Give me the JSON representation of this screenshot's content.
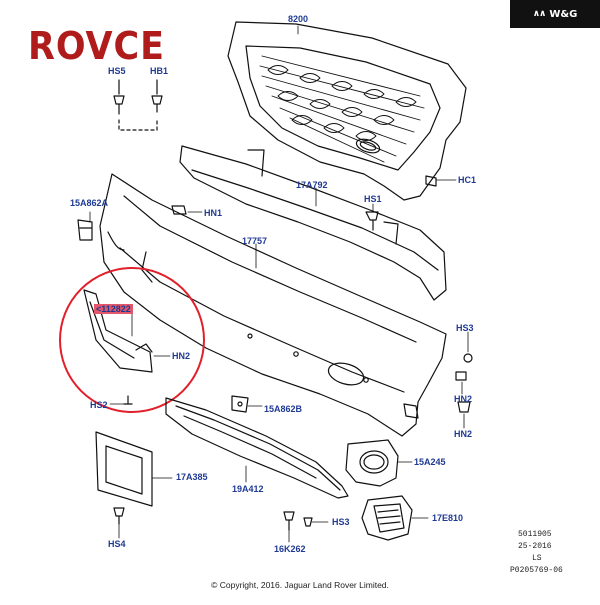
{
  "brand": {
    "watermark_mark": "∧∧",
    "watermark_text": "W&G",
    "logo_text": "ROVCE"
  },
  "part_labels": {
    "p8200": "8200",
    "hs5": "HS5",
    "hb1": "HB1",
    "p17a792": "17A792",
    "p15a862a": "15A862A",
    "hn1_top": "HN1",
    "hs1": "HS1",
    "hc1": "HC1",
    "p17757": "17757",
    "p112822": "<112822",
    "hn2_left": "HN2",
    "hs2": "HS2",
    "hs3_right": "HS3",
    "hn2_right_1": "HN2",
    "hn2_right_2": "HN2",
    "p15a862b": "15A862B",
    "p15a245": "15A245",
    "p17a385": "17A385",
    "p19a412": "19A412",
    "p17e810": "17E810",
    "hs3_bottom": "HS3",
    "hs4": "HS4",
    "p16k262": "16K262"
  },
  "stamp_lines": [
    "5011905",
    "25-2016",
    "LS",
    "P0205769-06"
  ],
  "copyright": "© Copyright, 2016. Jaguar Land Rover Limited.",
  "colors": {
    "label_blue": "#1f3a93",
    "highlight_circle": "#e0202a",
    "highlight_label_bg": "#e4576a",
    "logo_red": "#b01c1c"
  }
}
